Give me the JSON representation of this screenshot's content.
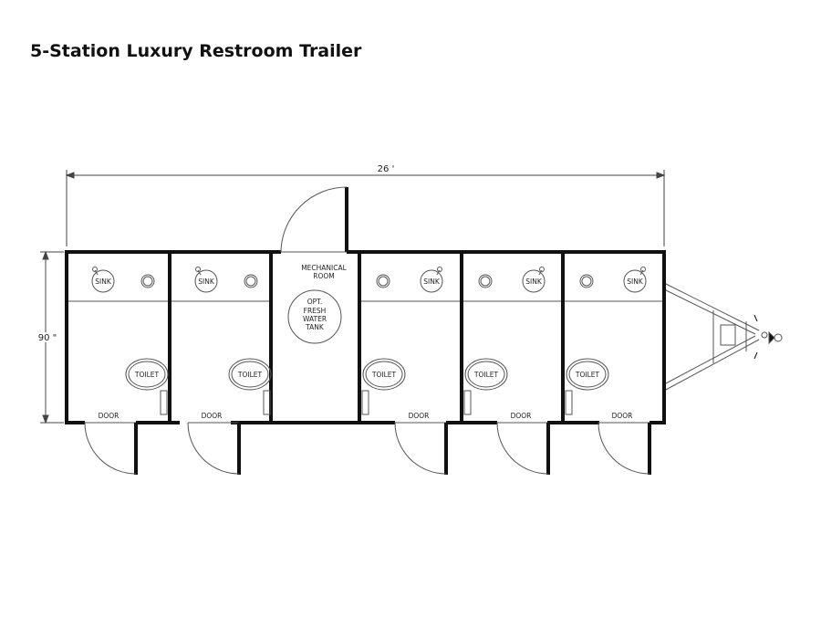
{
  "title": "5-Station Luxury Restroom Trailer",
  "dimensions": {
    "length": "26 '",
    "width": "90 \""
  },
  "mechanical_room": {
    "label_line1": "MECHANICAL",
    "label_line2": "ROOM",
    "tank_lines": [
      "OPT.",
      "FRESH",
      "WATER",
      "TANK"
    ]
  },
  "fixtures": {
    "sink": "SINK",
    "toilet": "TOILET",
    "door": "DOOR"
  },
  "stations": [
    {
      "id": 1,
      "side": "left"
    },
    {
      "id": 2,
      "side": "left"
    },
    {
      "id": 3,
      "side": "right"
    },
    {
      "id": 4,
      "side": "right"
    },
    {
      "id": 5,
      "side": "right"
    }
  ]
}
